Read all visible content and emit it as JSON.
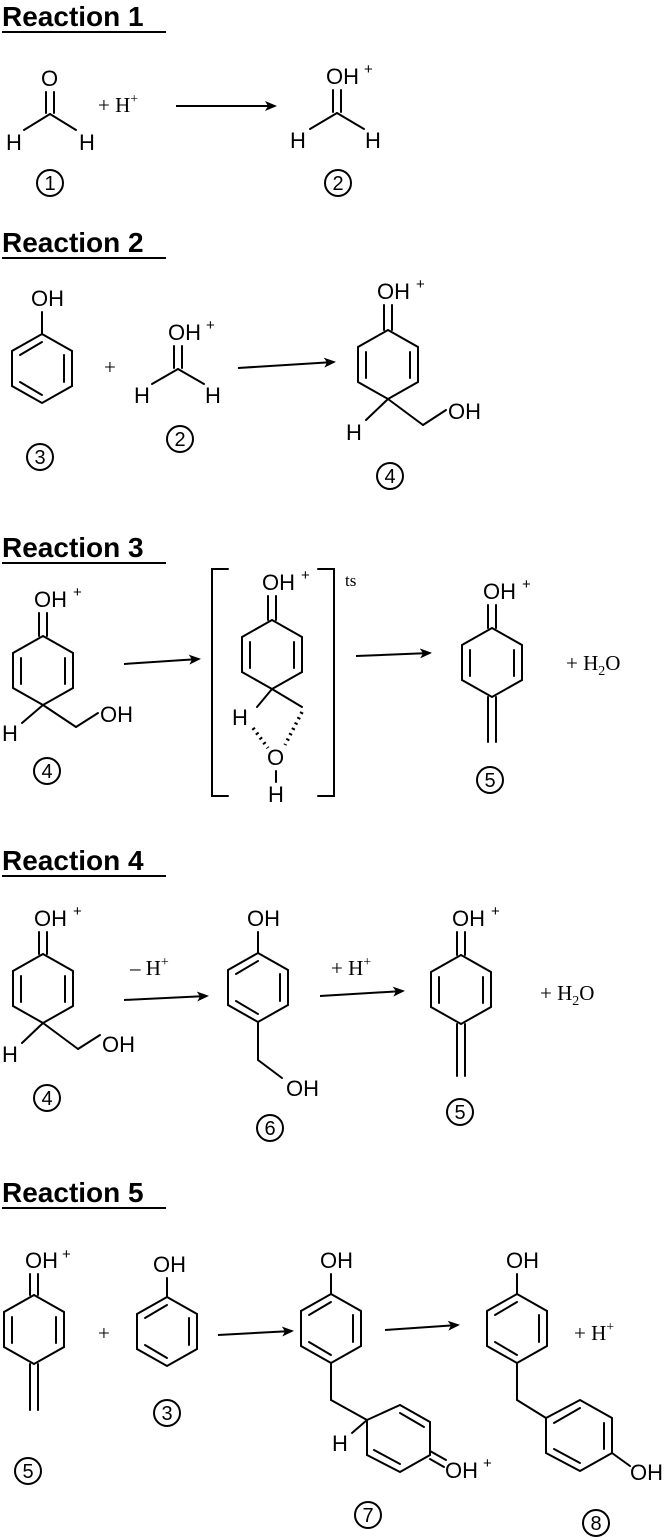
{
  "reactions": [
    {
      "title": "Reaction 1",
      "reagent": "+ H",
      "reagent_charge": "+"
    },
    {
      "title": "Reaction 2",
      "plus": "+"
    },
    {
      "title": "Reaction 3",
      "ts_label": "ts",
      "byproduct": "+ H",
      "byproduct_sub": "2",
      "byproduct_tail": "O"
    },
    {
      "title": "Reaction 4",
      "arrow1_label": "– H",
      "arrow1_charge": "+",
      "arrow2_label": "+ H",
      "arrow2_charge": "+",
      "byproduct": "+ H",
      "byproduct_sub": "2",
      "byproduct_tail": "O"
    },
    {
      "title": "Reaction 5",
      "plus": "+",
      "byproduct": "+ H",
      "byproduct_charge": "+"
    }
  ],
  "atoms": {
    "O": "O",
    "H": "H",
    "OH": "OH",
    "plus": "+"
  },
  "compound_numbers": [
    "1",
    "2",
    "3",
    "4",
    "5",
    "6",
    "7",
    "8"
  ]
}
